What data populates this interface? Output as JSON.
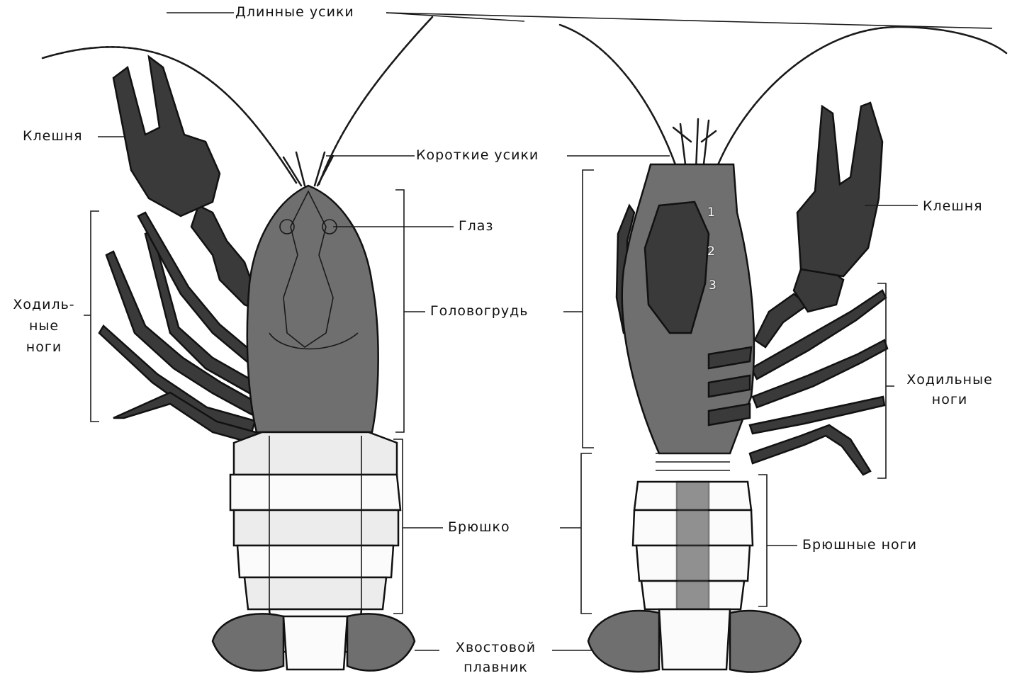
{
  "labels": {
    "long_antennae": "Длинные усики",
    "claw_left": "Клешня",
    "short_antennae": "Короткие усики",
    "eye": "Глаз",
    "walking_legs_left_1": "Ходиль-",
    "walking_legs_left_2": "ные",
    "walking_legs_left_3": "ноги",
    "cephalothorax": "Головогрудь",
    "claw_right": "Клешня",
    "walking_legs_right_1": "Ходильные",
    "walking_legs_right_2": "ноги",
    "abdomen": "Брюшко",
    "abdominal_legs": "Брюшные ноги",
    "tail_fin_1": "Хвостовой",
    "tail_fin_2": "плавник"
  },
  "numbers": [
    "1",
    "2",
    "3"
  ],
  "colors": {
    "ink": "#1a1a1a",
    "dark": "#3a3a3a",
    "mid": "#6f6f6f",
    "light": "#ececec"
  }
}
